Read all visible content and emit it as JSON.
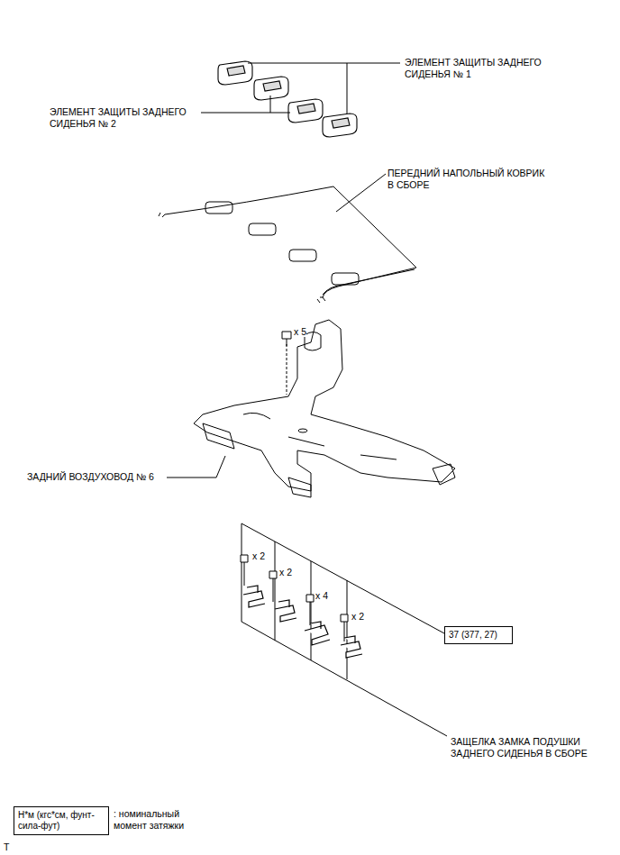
{
  "diagram": {
    "nodes": [
      {
        "text": [
          "37 (377, 27)"
        ]
      },
      {
        "text": [
          "Н*м (кгс*см, фунт-сила-фут)"
        ]
      }
    ],
    "labels": [
      "ЭЛЕМЕНТ ЗАЩИТЫ ЗАДНЕГО СИДЕНЬЯ № 1",
      "ЭЛЕМЕНТ ЗАЩИТЫ ЗАДНЕГО СИДЕНЬЯ № 2",
      "ПЕРЕДНИЙ НАПОЛЬНЫЙ КОВРИК В СБОРЕ",
      "x 5",
      "ЗАДНИЙ ВОЗДУХОВОД № 6",
      "x 2",
      "x 2",
      "x 4",
      "x 2",
      "ЗАЩЕЛКА ЗАМКА ПОДУШКИ ЗАДНЕГО СИДЕНЬЯ В СБОРЕ",
      ": номинальный момент затяжки",
      "T"
    ]
  }
}
